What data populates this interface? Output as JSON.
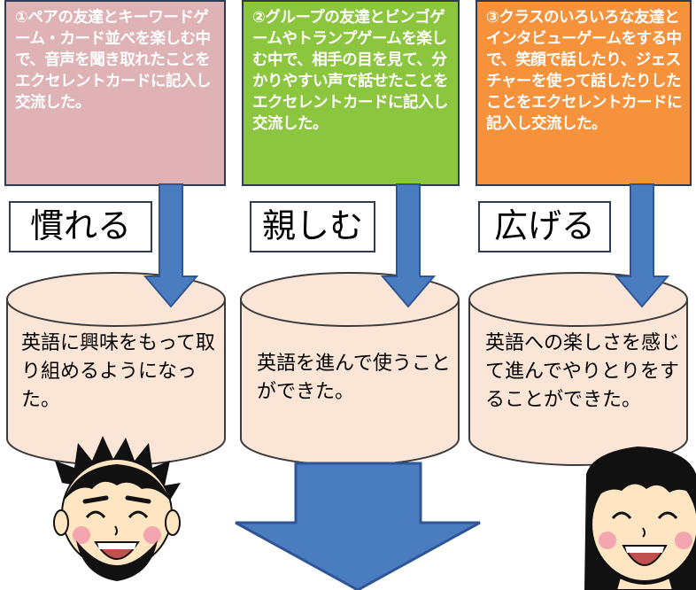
{
  "stages": [
    {
      "text": "①ペアの友達とキーワードゲーム・カード並べを楽しむ中で、音声を聞き取れたことをエクセレントカードに記入し交流した。",
      "label": "慣れる",
      "result": "英語に興味をもって取り組めるようになった。",
      "color": "#dfb3b6"
    },
    {
      "text": "②グループの友達とビンゴゲームやトランプゲームを楽しむ中で、相手の目を見て、分かりやすい声で話せたことをエクセレントカードに記入し交流した。",
      "label": "親しむ",
      "result": "英語を進んで使うことができた。",
      "color": "#8cc63e"
    },
    {
      "text": "③クラスのいろいろな友達とインタビューゲームをする中で、笑顔で話したり、ジェスチャーを使って話したりしたことをエクセレントカードに記入し交流した。",
      "label": "広げる",
      "result": "英語への楽しさを感じて進んでやりとりをすることができた。",
      "color": "#f6923c"
    }
  ],
  "colors": {
    "arrow": "#4a7dc0",
    "arrow_border": "#2f5597",
    "cylinder_fill": "#fbe5d6",
    "cylinder_border": "#3b3b3b",
    "skin": "#ffe5c2",
    "hair": "#111111"
  },
  "icons": [
    "boy-face-icon",
    "girl-face-icon"
  ]
}
